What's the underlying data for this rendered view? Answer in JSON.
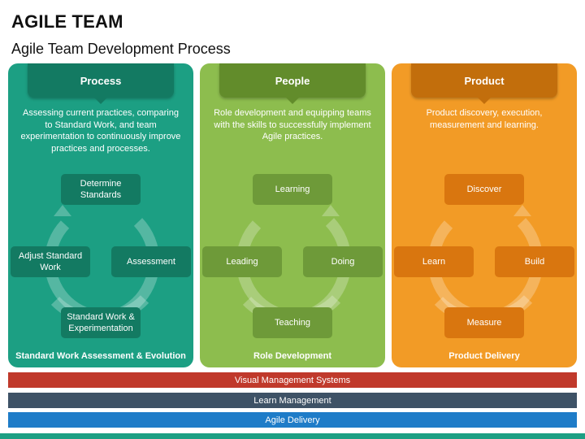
{
  "header": {
    "title": "AGILE TEAM",
    "subtitle": "Agile Team Development Process"
  },
  "colors": {
    "process": "#1c9f83",
    "people": "#8dbd4e",
    "product": "#f29b26",
    "bar_visual": "#c0392b",
    "bar_learn": "#3e5266",
    "bar_delivery": "#1e7cc8"
  },
  "panels": [
    {
      "heading": "Process",
      "description": "Assessing current practices, comparing to Standard Work, and team experimentation to continuously improve practices and processes.",
      "nodes": {
        "top": "Determine Standards",
        "left": "Adjust Standard Work",
        "right": "Assessment",
        "bottom": "Standard Work & Experimentation"
      },
      "footer": "Standard Work Assessment & Evolution"
    },
    {
      "heading": "People",
      "description": "Role development and equipping teams with the skills to successfully implement Agile practices.",
      "nodes": {
        "top": "Learning",
        "left": "Leading",
        "right": "Doing",
        "bottom": "Teaching"
      },
      "footer": "Role Development"
    },
    {
      "heading": "Product",
      "description": "Product discovery, execution, measurement and learning.",
      "nodes": {
        "top": "Discover",
        "left": "Learn",
        "right": "Build",
        "bottom": "Measure"
      },
      "footer": "Product Delivery"
    }
  ],
  "bars": [
    "Visual Management Systems",
    "Learn Management",
    "Agile Delivery"
  ]
}
